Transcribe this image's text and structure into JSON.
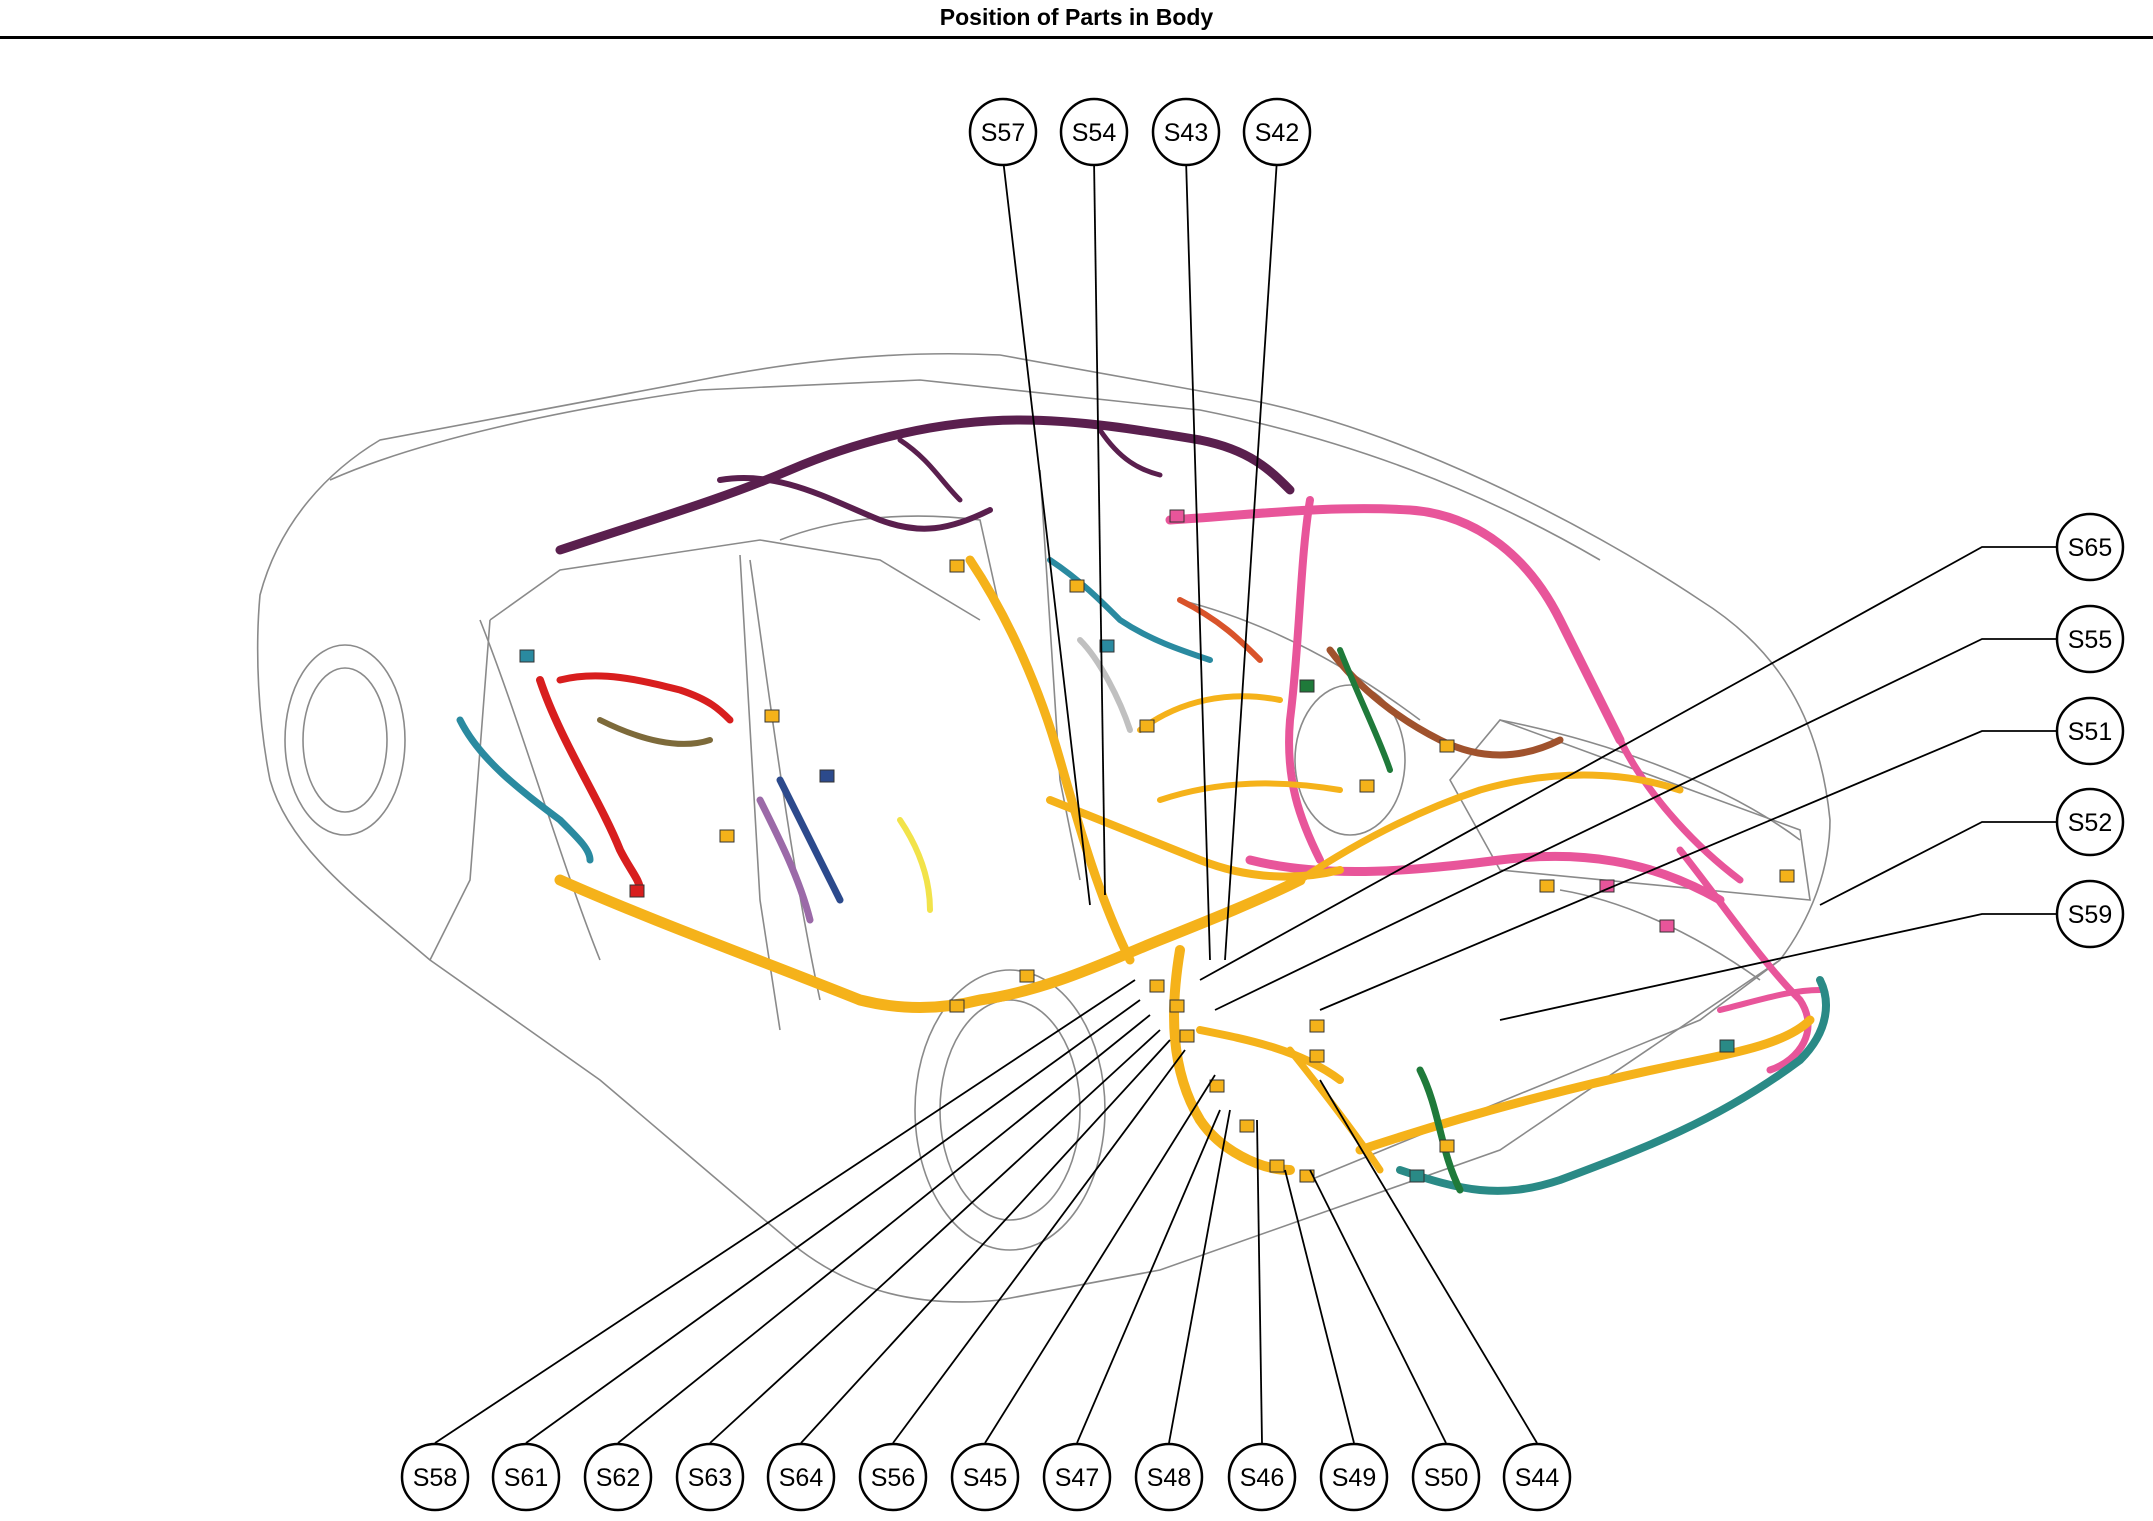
{
  "title": "Position of Parts in Body",
  "callouts": {
    "top": [
      "S57",
      "S54",
      "S43",
      "S42"
    ],
    "right": [
      "S65",
      "S55",
      "S51",
      "S52",
      "S59"
    ],
    "bottom": [
      "S58",
      "S61",
      "S62",
      "S63",
      "S64",
      "S56",
      "S45",
      "S47",
      "S48",
      "S46",
      "S49",
      "S50",
      "S44"
    ]
  },
  "harness_colors": {
    "body_main": "#f5b21a",
    "roof": "#5a1f4e",
    "rear_trunk": "#e8559a",
    "floor_rear": "#2a8a86",
    "front_door": "#d81e1e",
    "front_door_alt": "#2a8aa0",
    "rear_door": "#2c4a8c",
    "rear_door_alt": "#9b6aa8",
    "seat": "#a0522d",
    "seat_alt": "#1f7a3a",
    "connector_yellow": "#f2e34a"
  }
}
